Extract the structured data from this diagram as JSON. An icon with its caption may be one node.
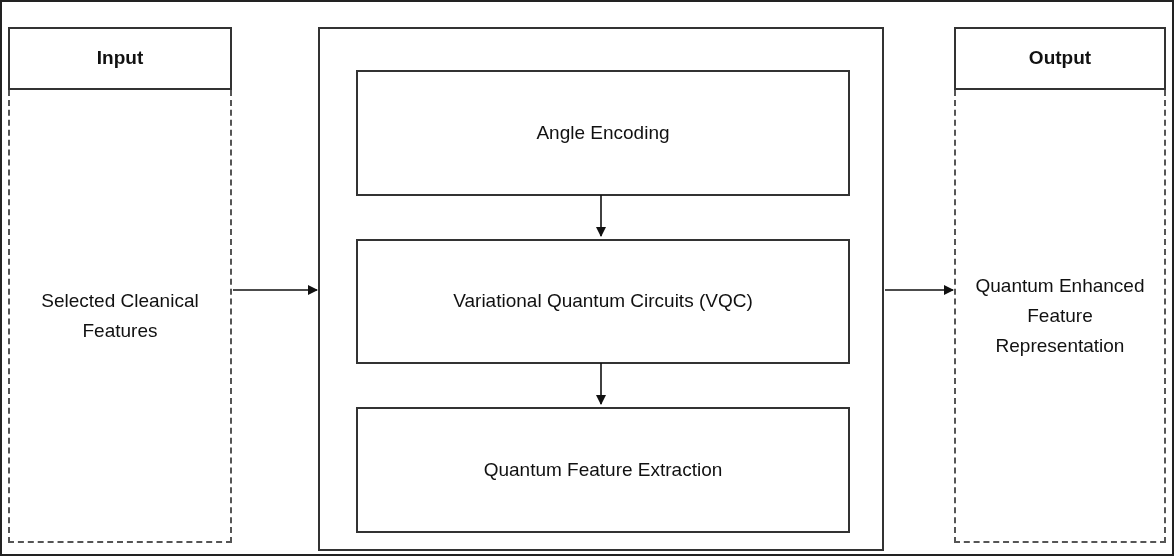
{
  "diagram": {
    "nodes": [
      {
        "text": [
          "Input",
          "Selected Cleanical Features"
        ]
      },
      {
        "text": [],
        "shape": "box"
      },
      {
        "text": [
          "Angle Encoding"
        ],
        "in": 1
      },
      {
        "text": [
          "Variational Quantum Circuits (VQC)"
        ],
        "in": 1
      },
      {
        "text": [
          "Quantum Feature Extraction"
        ],
        "in": 1
      },
      {
        "text": [
          "Output",
          "Quantum Enhanced Feature Representation"
        ]
      }
    ],
    "edges": [
      {
        "from": 0,
        "to": 1,
        "arrow": "to"
      },
      {
        "from": 2,
        "to": 3,
        "arrow": "to"
      },
      {
        "from": 3,
        "to": 4,
        "arrow": "to"
      },
      {
        "from": 1,
        "to": 5,
        "arrow": "to"
      }
    ]
  }
}
